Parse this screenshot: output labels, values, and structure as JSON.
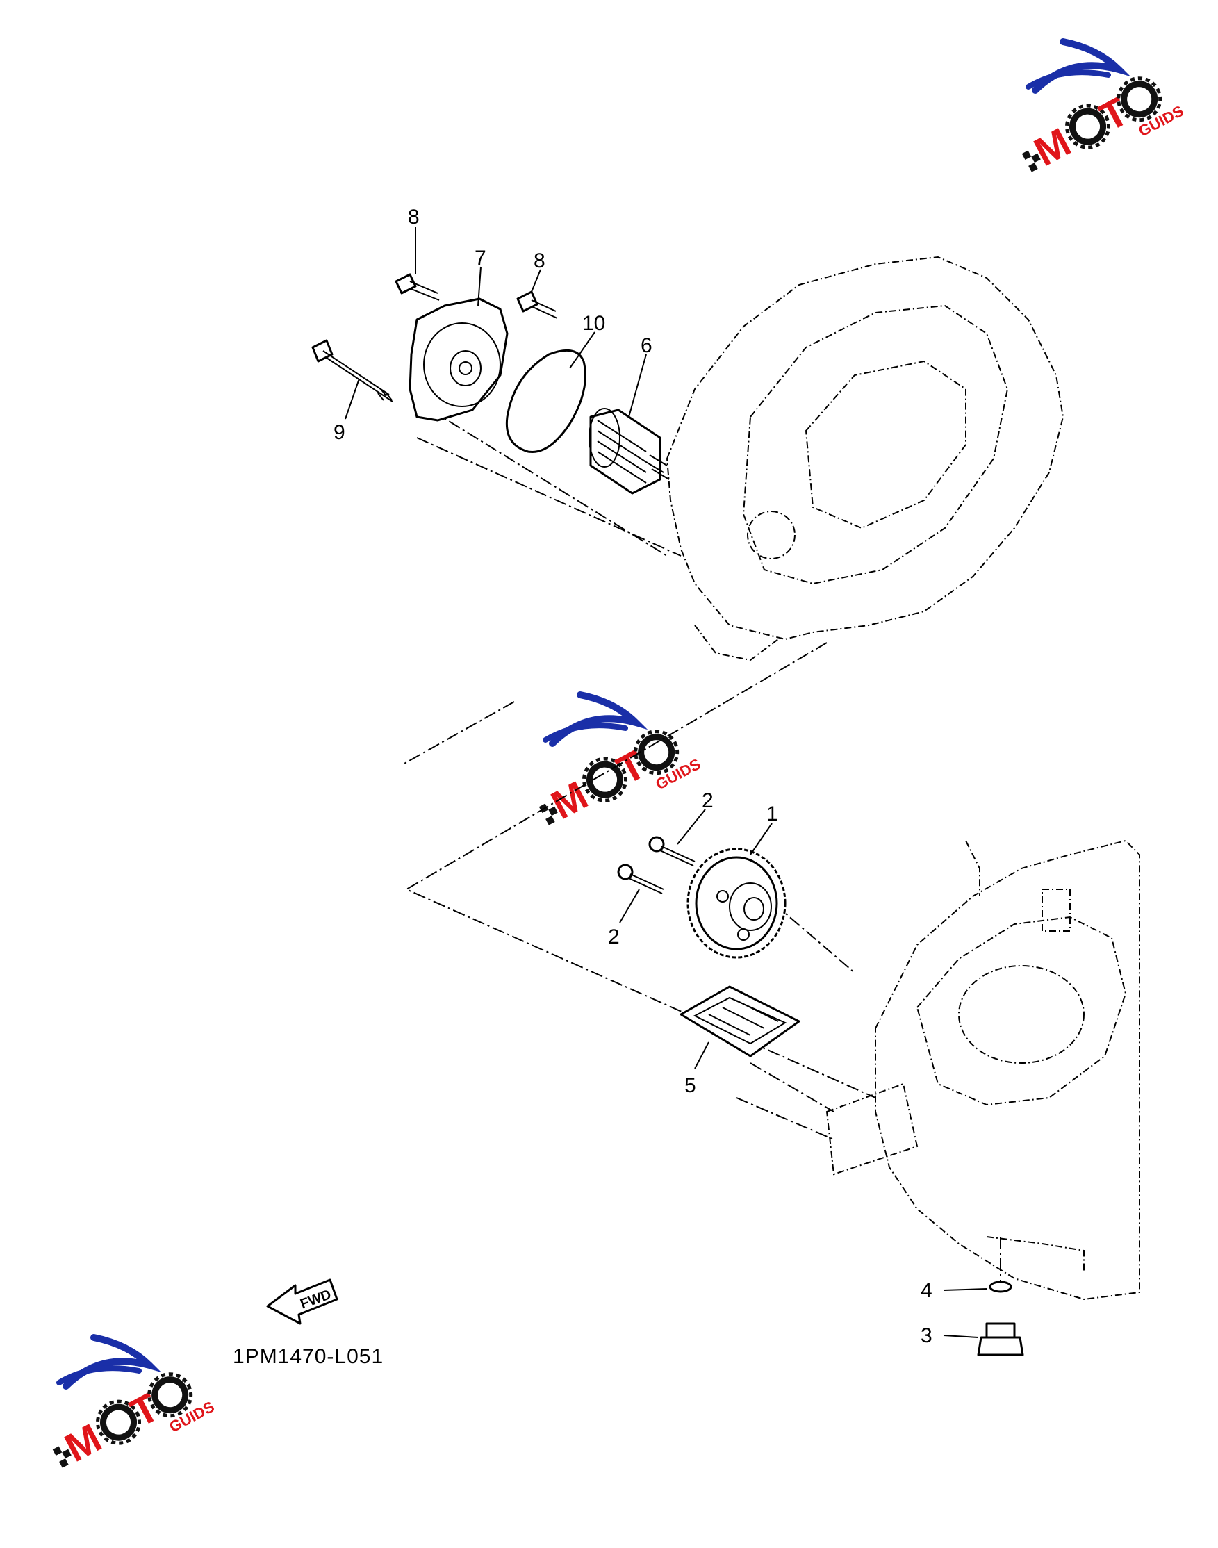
{
  "diagram": {
    "drawing_code": "1PM1470-L051",
    "fwd_label": "FWD",
    "callouts": {
      "c1": "1",
      "c2a": "2",
      "c2b": "2",
      "c3": "3",
      "c4": "4",
      "c5": "5",
      "c6": "6",
      "c7": "7",
      "c8a": "8",
      "c8b": "8",
      "c9": "9",
      "c10": "10"
    }
  },
  "watermark": {
    "text": "MOTO GUIDS",
    "colors": {
      "swoosh": "#1a2fa8",
      "letters": "#e0151a",
      "gear": "#111111"
    }
  }
}
